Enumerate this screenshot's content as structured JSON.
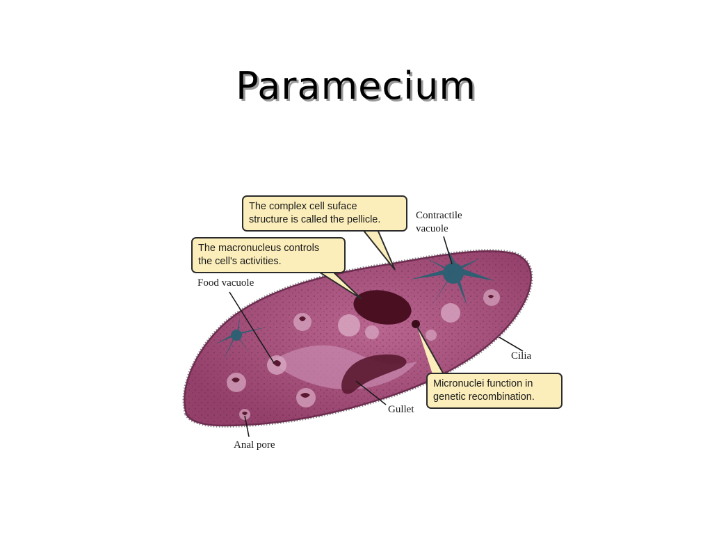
{
  "title": "Paramecium",
  "callouts": {
    "pellicle": {
      "line1": "The complex cell suface",
      "line2": "structure is called the pellicle."
    },
    "macronucleus": {
      "line1": "The macronucleus controls",
      "line2": "the cell's activities."
    },
    "micronuclei": {
      "line1": "Micronuclei function in",
      "line2": "genetic recombination."
    }
  },
  "labels": {
    "contractile_vacuole": {
      "line1": "Contractile",
      "line2": "vacuole"
    },
    "food_vacuole": "Food vacuole",
    "cilia": "Cilia",
    "gullet": "Gullet",
    "anal_pore": "Anal pore"
  },
  "colors": {
    "cell_body": "#a4507a",
    "cell_edge": "#6e2c50",
    "macronucleus": "#4a1022",
    "contractile_vacuole": "#2f5f72",
    "callout_fill": "#fbeebb"
  }
}
